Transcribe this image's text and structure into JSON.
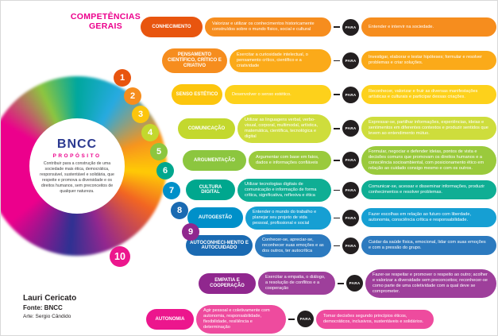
{
  "title": "COMPETÊNCIAS GERAIS",
  "para_label": "PARA",
  "center": {
    "brand": "BNCC",
    "subtitle": "PROPÓSITO",
    "description": "Contribuir para a construção de uma sociedade mais ética, democrática, responsável, sustentável e solidária, que respeite e promova a diversidade e os direitos humanos, sem preconceitos de qualquer natureza."
  },
  "credits": {
    "author": "Lauri Cericato",
    "source": "Fonte: BNCC",
    "art": "Arte: Sergio Cândido"
  },
  "competencies": [
    {
      "number": "1",
      "name": "CONHECIMENTO",
      "color": "#e8550f",
      "light": "#f68d1e",
      "action": "Valorizar e utilizar os conhecimentos historicamente construídos sobre o mundo físico, social e cultural",
      "outcome": "Entender e intervir na sociedade."
    },
    {
      "number": "2",
      "name": "PENSAMENTO CIENTÍFICO, CRÍTICO E CRIATIVO",
      "color": "#f68d1e",
      "light": "#fbaa19",
      "action": "Exercitar a curiosidade intelectual, o pensamento crítico, científico e a criatividade",
      "outcome": "Investigar, elaborar e testar hipóteses; formular e resolver problemas e criar soluções."
    },
    {
      "number": "3",
      "name": "SENSO ESTÉTICO",
      "color": "#fcc50d",
      "light": "#fdd11b",
      "action": "Desenvolver o senso estético.",
      "outcome": "Reconhecer, valorizar e fruir as diversas manifestações artísticas e culturais e participar dessas criações."
    },
    {
      "number": "4",
      "name": "COMUNICAÇÃO",
      "color": "#c3d82e",
      "light": "#cedd3c",
      "action": "Utilizar as linguagens verbal, verbo-visual, corporal, multimodal, artística, matemática, científica, tecnológica e digital",
      "outcome": "Expressar-se, partilhar informações, experiências, ideias e sentimentos em diferentes contextos e produzir sentidos que levem ao entendimento mútuo."
    },
    {
      "number": "5",
      "name": "ARGUMENTAÇÃO",
      "color": "#8cc63f",
      "light": "#9aca3c",
      "action": "Argumentar com base em fatos, dados e informações confiáveis",
      "outcome": "Formular, negociar e defender ideias, pontos de vista e decisões comuns que promovam os direitos humanos e a consciência socioambiental, com posicionamento ético em relação ao cuidado consigo mesmo e com os outros."
    },
    {
      "number": "6",
      "name": "CULTURA DIGITAL",
      "color": "#00a78e",
      "light": "#0fae94",
      "action": "Utilizar tecnologias digitais de comunicação e informação de forma crítica, significativa, reflexiva e ética",
      "outcome": "Comunicar-se, acessar e disseminar informações, produzir conhecimentos e resolver problemas."
    },
    {
      "number": "7",
      "name": "AUTOGESTÃO",
      "color": "#0090c9",
      "light": "#169fd3",
      "action": "Entender o mundo do trabalho e planejar seu projeto de vida pessoal, profissional e social",
      "outcome": "Fazer escolhas em relação ao futuro com liberdade, autonomia, consciência crítica e responsabilidade."
    },
    {
      "number": "8",
      "name": "AUTOCONHECI-MENTO E AUTOCUIDADO",
      "color": "#1a6ab2",
      "light": "#2c7abf",
      "action": "Conhecer-se, apreciar-se, reconhecer suas emoções e as dos outros, ter autocrítica",
      "outcome": "Cuidar da saúde física, emocional, lidar com suas emoções e com a pressão do grupo."
    },
    {
      "number": "9",
      "name": "EMPATIA E COOPERAÇÃO",
      "color": "#90278e",
      "light": "#9e3f9b",
      "action": "Exercitar a empatia, o diálogo, a resolução de conflitos e a cooperação",
      "outcome": "Fazer-se respeitar e promover o respeito ao outro; acolher e valorizar a diversidade sem preconceitos; reconhecer-se como parte de uma coletividade com a qual deve se comprometer."
    },
    {
      "number": "10",
      "name": "AUTONOMIA",
      "color": "#ec168d",
      "light": "#ee4b9e",
      "action": "Agir pessoal e coletivamente com autonomia, responsabilidade, flexibilidade, resiliência e determinação",
      "outcome": "Tomar decisões segundo princípios éticos, democráticos, inclusivos, sustentáveis e solidários."
    }
  ]
}
